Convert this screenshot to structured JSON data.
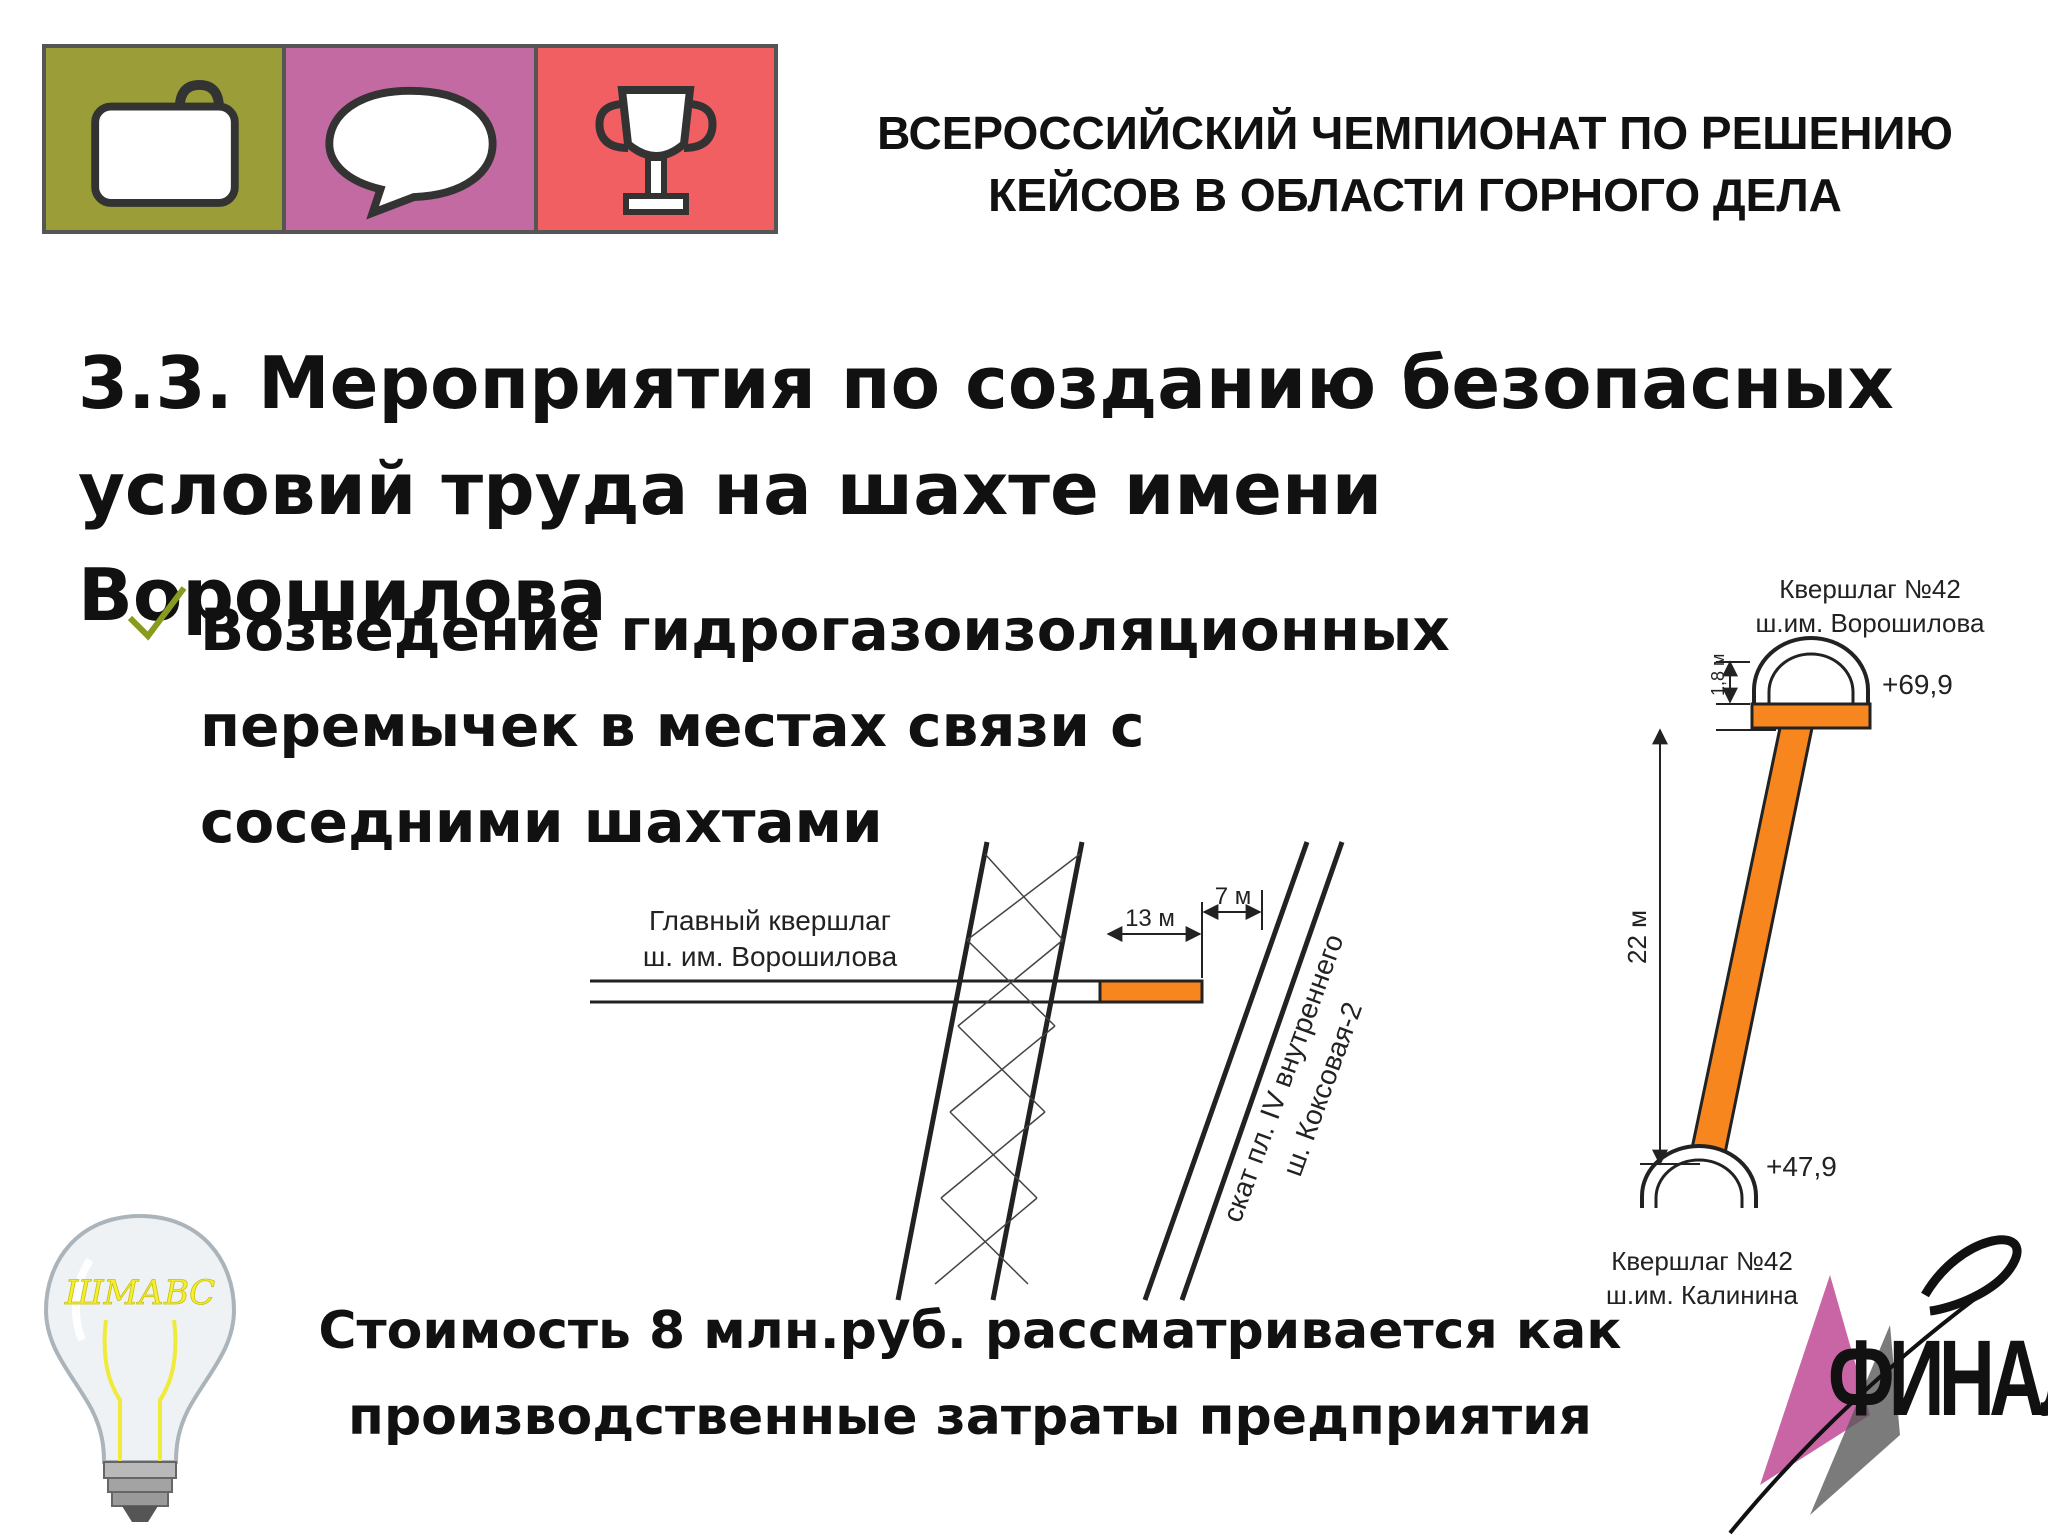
{
  "header": {
    "title_line1": "ВСЕРОССИЙСКИЙ ЧЕМПИОНАТ ПО РЕШЕНИЮ",
    "title_line2": "КЕЙСОВ В ОБЛАСТИ ГОРНОГО ДЕЛА",
    "logo_colors": [
      "#9a9d38",
      "#c46aa3",
      "#f25f62"
    ],
    "logo_icons": [
      "briefcase-icon",
      "speech-bubble-icon",
      "trophy-icon"
    ]
  },
  "slide": {
    "title_line1": "3.3. Мероприятия по созданию безопасных",
    "title_line2": "условий труда на шахте имени Ворошилова",
    "bullet_icon": "checkmark-icon",
    "bullet_line1": "Возведение гидрогазоизоляционных",
    "bullet_line2": "перемычек в местах связи с",
    "bullet_line3": "соседними шахтами",
    "cost_line1": "Стоимость 8 млн.руб. рассматривается как",
    "cost_line2": "производственные затраты предприятия"
  },
  "plan_diagram": {
    "label_line1": "Главный квершлаг",
    "label_line2": "ш. им. Ворошилова",
    "dim_13": "13 м",
    "dim_7": "7 м",
    "skat_line1": "скат пл. IV внутреннего",
    "skat_line2": "ш. Коксовая-2",
    "plug_color": "#f7861e"
  },
  "section_diagram": {
    "top_label_line1": "Квершлаг №42",
    "top_label_line2": "ш.им. Ворошилова",
    "dim_18": "1,8 м",
    "level_top": "+69,9",
    "dim_22": "22 м",
    "level_bottom": "+47,9",
    "bottom_label_line1": "Квершлаг №42",
    "bottom_label_line2": "ш.им. Калинина"
  },
  "footer": {
    "bulb_text": "ШМАВС",
    "final_text": "ФИНАЛ"
  }
}
